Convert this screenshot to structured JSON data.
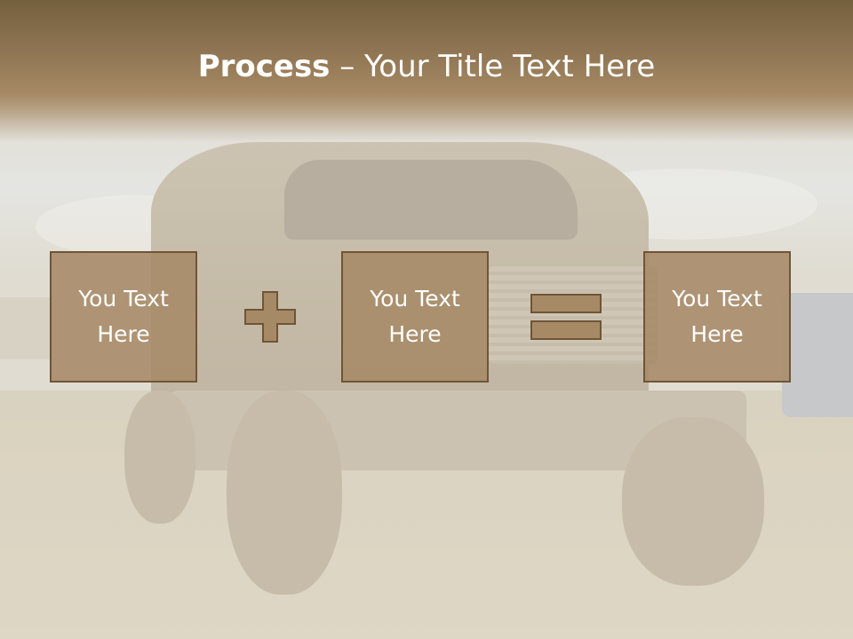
{
  "slide": {
    "title_bold": "Process",
    "title_rest": " – Your Title Text Here"
  },
  "process": {
    "boxes": [
      {
        "text": "You Text\nHere"
      },
      {
        "text": "You Text\nHere"
      },
      {
        "text": "You Text\nHere"
      }
    ],
    "operators": [
      "plus-icon",
      "equals-icon"
    ]
  },
  "colors": {
    "header_brown": "#8e7452",
    "box_fill": "#a68a66",
    "box_border": "#6f5536",
    "text": "#ffffff"
  }
}
